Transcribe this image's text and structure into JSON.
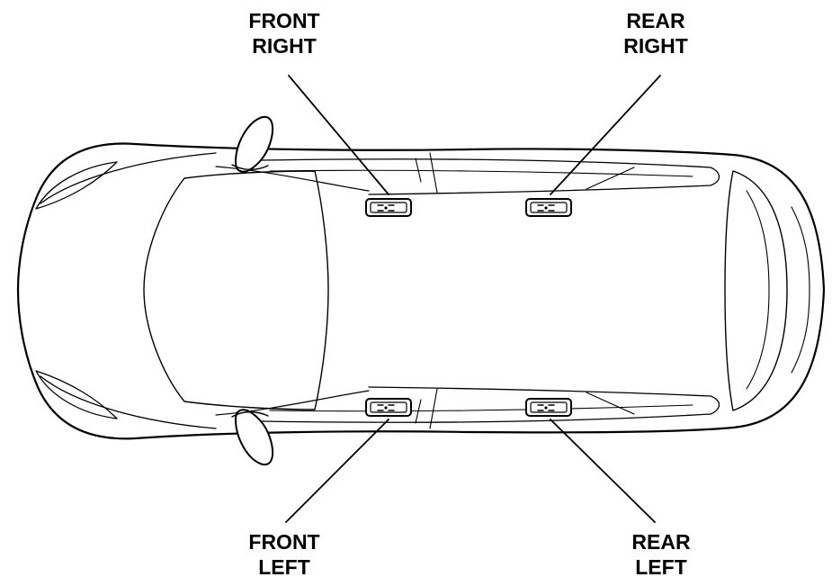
{
  "labels": {
    "front_right": {
      "line1": "FRONT",
      "line2": "RIGHT"
    },
    "rear_right": {
      "line1": "REAR",
      "line2": "RIGHT"
    },
    "front_left": {
      "line1": "FRONT",
      "line2": "LEFT"
    },
    "rear_left": {
      "line1": "REAR",
      "line2": "LEFT"
    }
  },
  "colors": {
    "stroke": "#000000",
    "fill": "#ffffff"
  }
}
